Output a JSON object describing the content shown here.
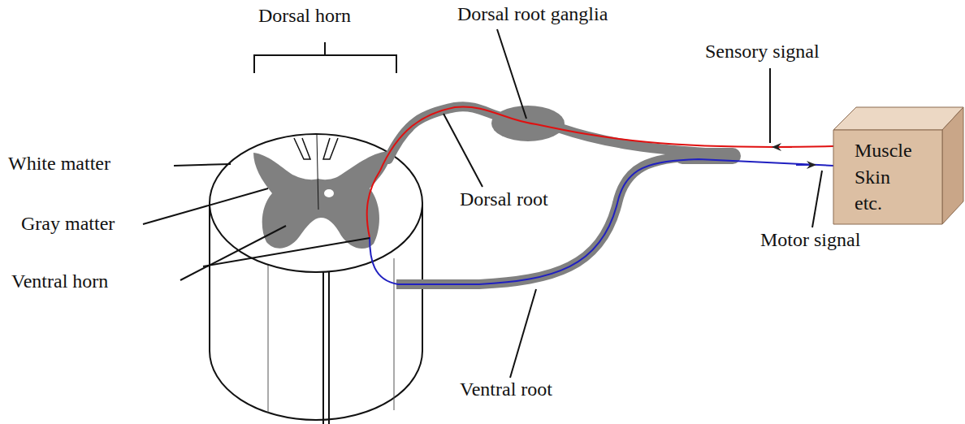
{
  "diagram": {
    "nodes": [
      {
        "text": [
          "Muscle Skin etc."
        ]
      }
    ],
    "labels": [
      "Dorsal horn",
      "Dorsal root ganglia",
      "Sensory signal",
      "White matter",
      "Gray matter",
      "Ventral horn",
      "Dorsal root",
      "Motor signal",
      "Ventral root"
    ]
  }
}
